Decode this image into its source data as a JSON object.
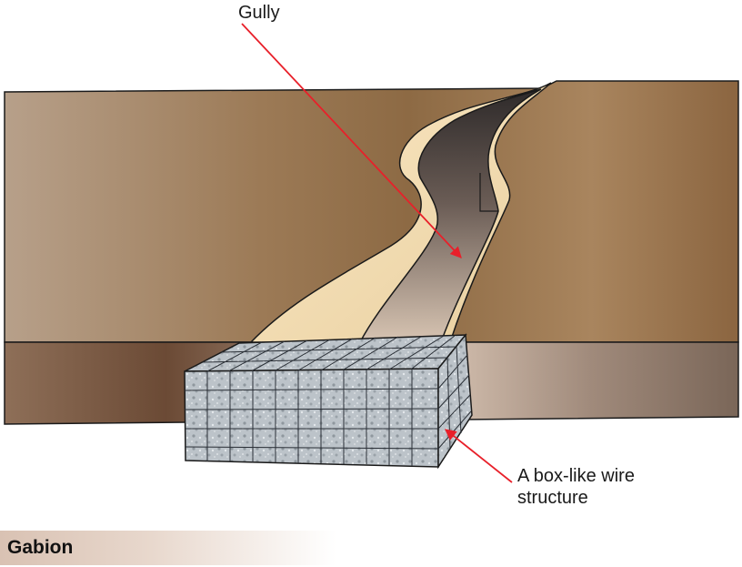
{
  "labels": {
    "gully": "Gully",
    "wire_structure_line1": "A box-like wire",
    "wire_structure_line2": "structure"
  },
  "caption": "Gabion",
  "colors": {
    "arrow": "#e8202a",
    "soil_light": "#b49879",
    "soil_dark": "#8c6a45",
    "gully_sand": "#f3dfb6",
    "gully_channel": "#4a423f",
    "gabion_stone": "#b9c0c6",
    "wire_mesh": "#2a2f36"
  }
}
